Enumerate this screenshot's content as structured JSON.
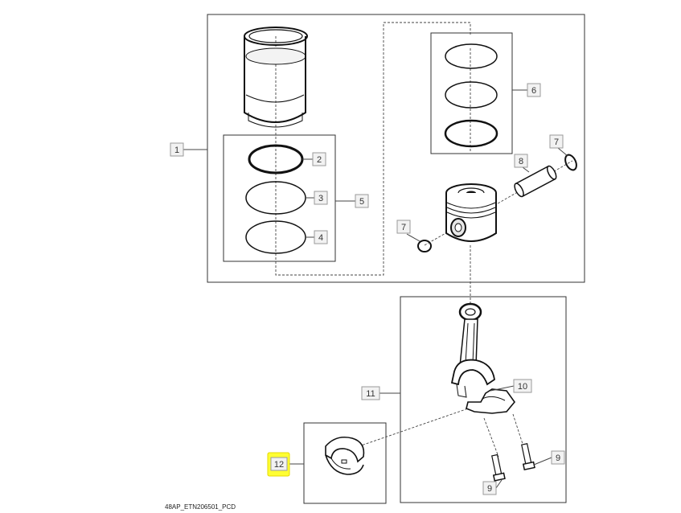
{
  "callouts": {
    "c1": "1",
    "c2": "2",
    "c3": "3",
    "c4": "4",
    "c5": "5",
    "c6": "6",
    "c7a": "7",
    "c7b": "7",
    "c8": "8",
    "c9a": "9",
    "c9b": "9",
    "c10": "10",
    "c11": "11",
    "c12": "12"
  },
  "footer": {
    "drawing_id": "48AP_ETN206501_PCD"
  },
  "colors": {
    "highlight": "#ffff33",
    "line": "#333333",
    "tag_fill": "#f2f2f2"
  }
}
